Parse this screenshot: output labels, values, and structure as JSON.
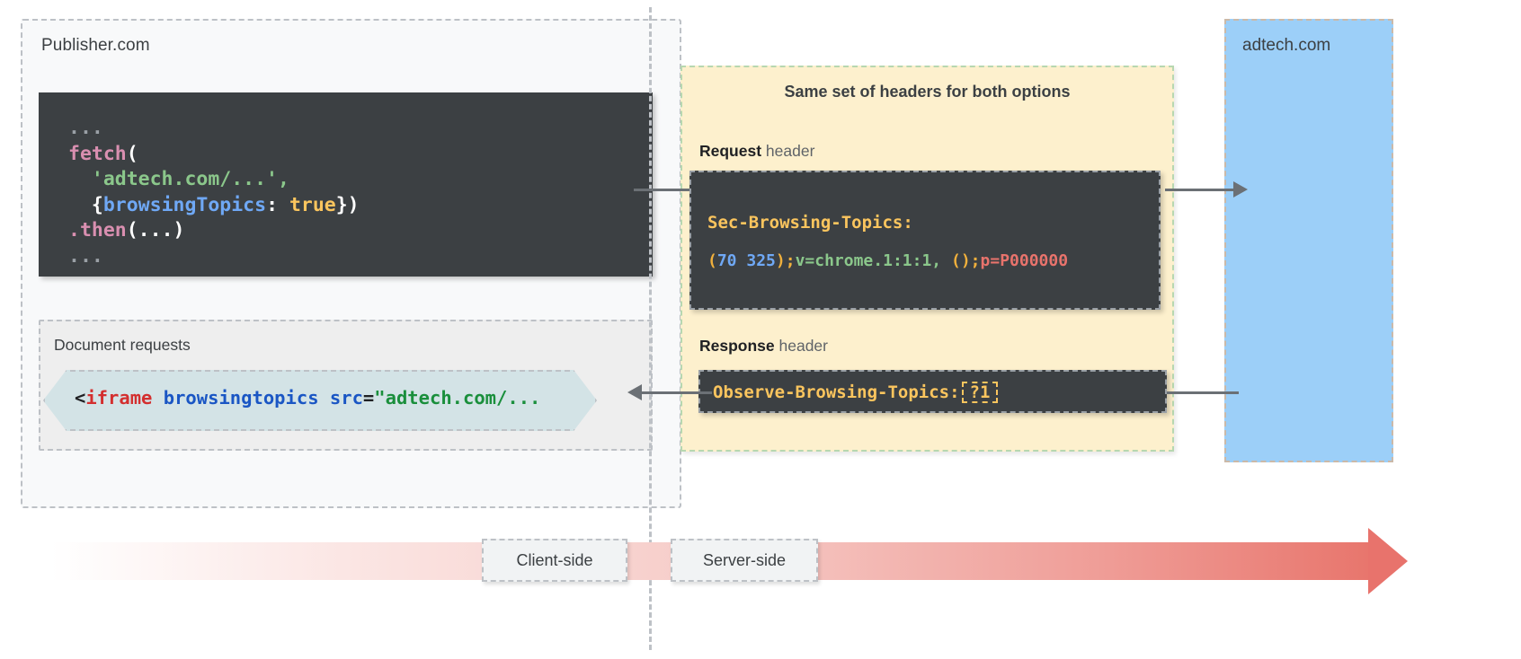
{
  "diagram": {
    "title": "Topics API header flow",
    "colors": {
      "panel_yellow": "#fdf0cd",
      "panel_blue": "#9ccff8",
      "code_dark": "#3c4043",
      "accent_yellow": "#fbc55e",
      "flow_arrow_red": "#e8736c",
      "dashed_border": "#bdc1c6"
    }
  },
  "publisher": {
    "label": "Publisher.com",
    "code_block": {
      "lines": [
        {
          "text": "...",
          "kind": "dots"
        },
        {
          "text": "fetch(",
          "kind": "fn"
        },
        {
          "text": "  'adtech.com/...',",
          "kind": "str"
        },
        {
          "text": "  {browsingTopics: true})",
          "kind": "obj"
        },
        {
          "text": ".then(...)",
          "kind": "fn"
        },
        {
          "text": "...",
          "kind": "dots"
        }
      ],
      "tokens": {
        "dots": "...",
        "fetch": "fetch",
        "open_paren": "(",
        "url_string": "'adtech.com/...',",
        "obj_open": "{",
        "prop": "browsingTopics",
        "colon": ": ",
        "bool": "true",
        "obj_close": "})",
        "then": ".then",
        "then_args": "(...)"
      }
    },
    "document_requests": {
      "label": "Document requests",
      "snippet_tokens": {
        "lt": "<",
        "tag": "iframe",
        "space1": " ",
        "attr1": "browsingtopics",
        "space2": " ",
        "attr2": "src",
        "eq": "=",
        "value": "\"adtech.com/..."
      },
      "snippet_full": "<iframe browsingtopics src=\"adtech.com/..."
    }
  },
  "headers_panel": {
    "title": "Same set of headers for both options",
    "request": {
      "label_strong": "Request",
      "label_weak": " header",
      "header_name": "Sec-Browsing-Topics:",
      "value_tokens": {
        "paren_open": "(",
        "topic1": "70",
        "space": " ",
        "topic2": "325",
        "paren_close": ")",
        "semi1": ";",
        "version": "v=chrome.1:1:1,",
        "space2": " ",
        "empty_parens": "()",
        "semi2": ";",
        "padding": "p=P000000"
      },
      "value_full": "(70 325);v=chrome.1:1:1, ();p=P000000"
    },
    "response": {
      "label_strong": "Response",
      "label_weak": " header",
      "header_name": "Observe-Browsing-Topics:",
      "value": "?1"
    }
  },
  "adtech": {
    "label": "adtech.com"
  },
  "timeline": {
    "client_side": "Client-side",
    "server_side": "Server-side"
  }
}
